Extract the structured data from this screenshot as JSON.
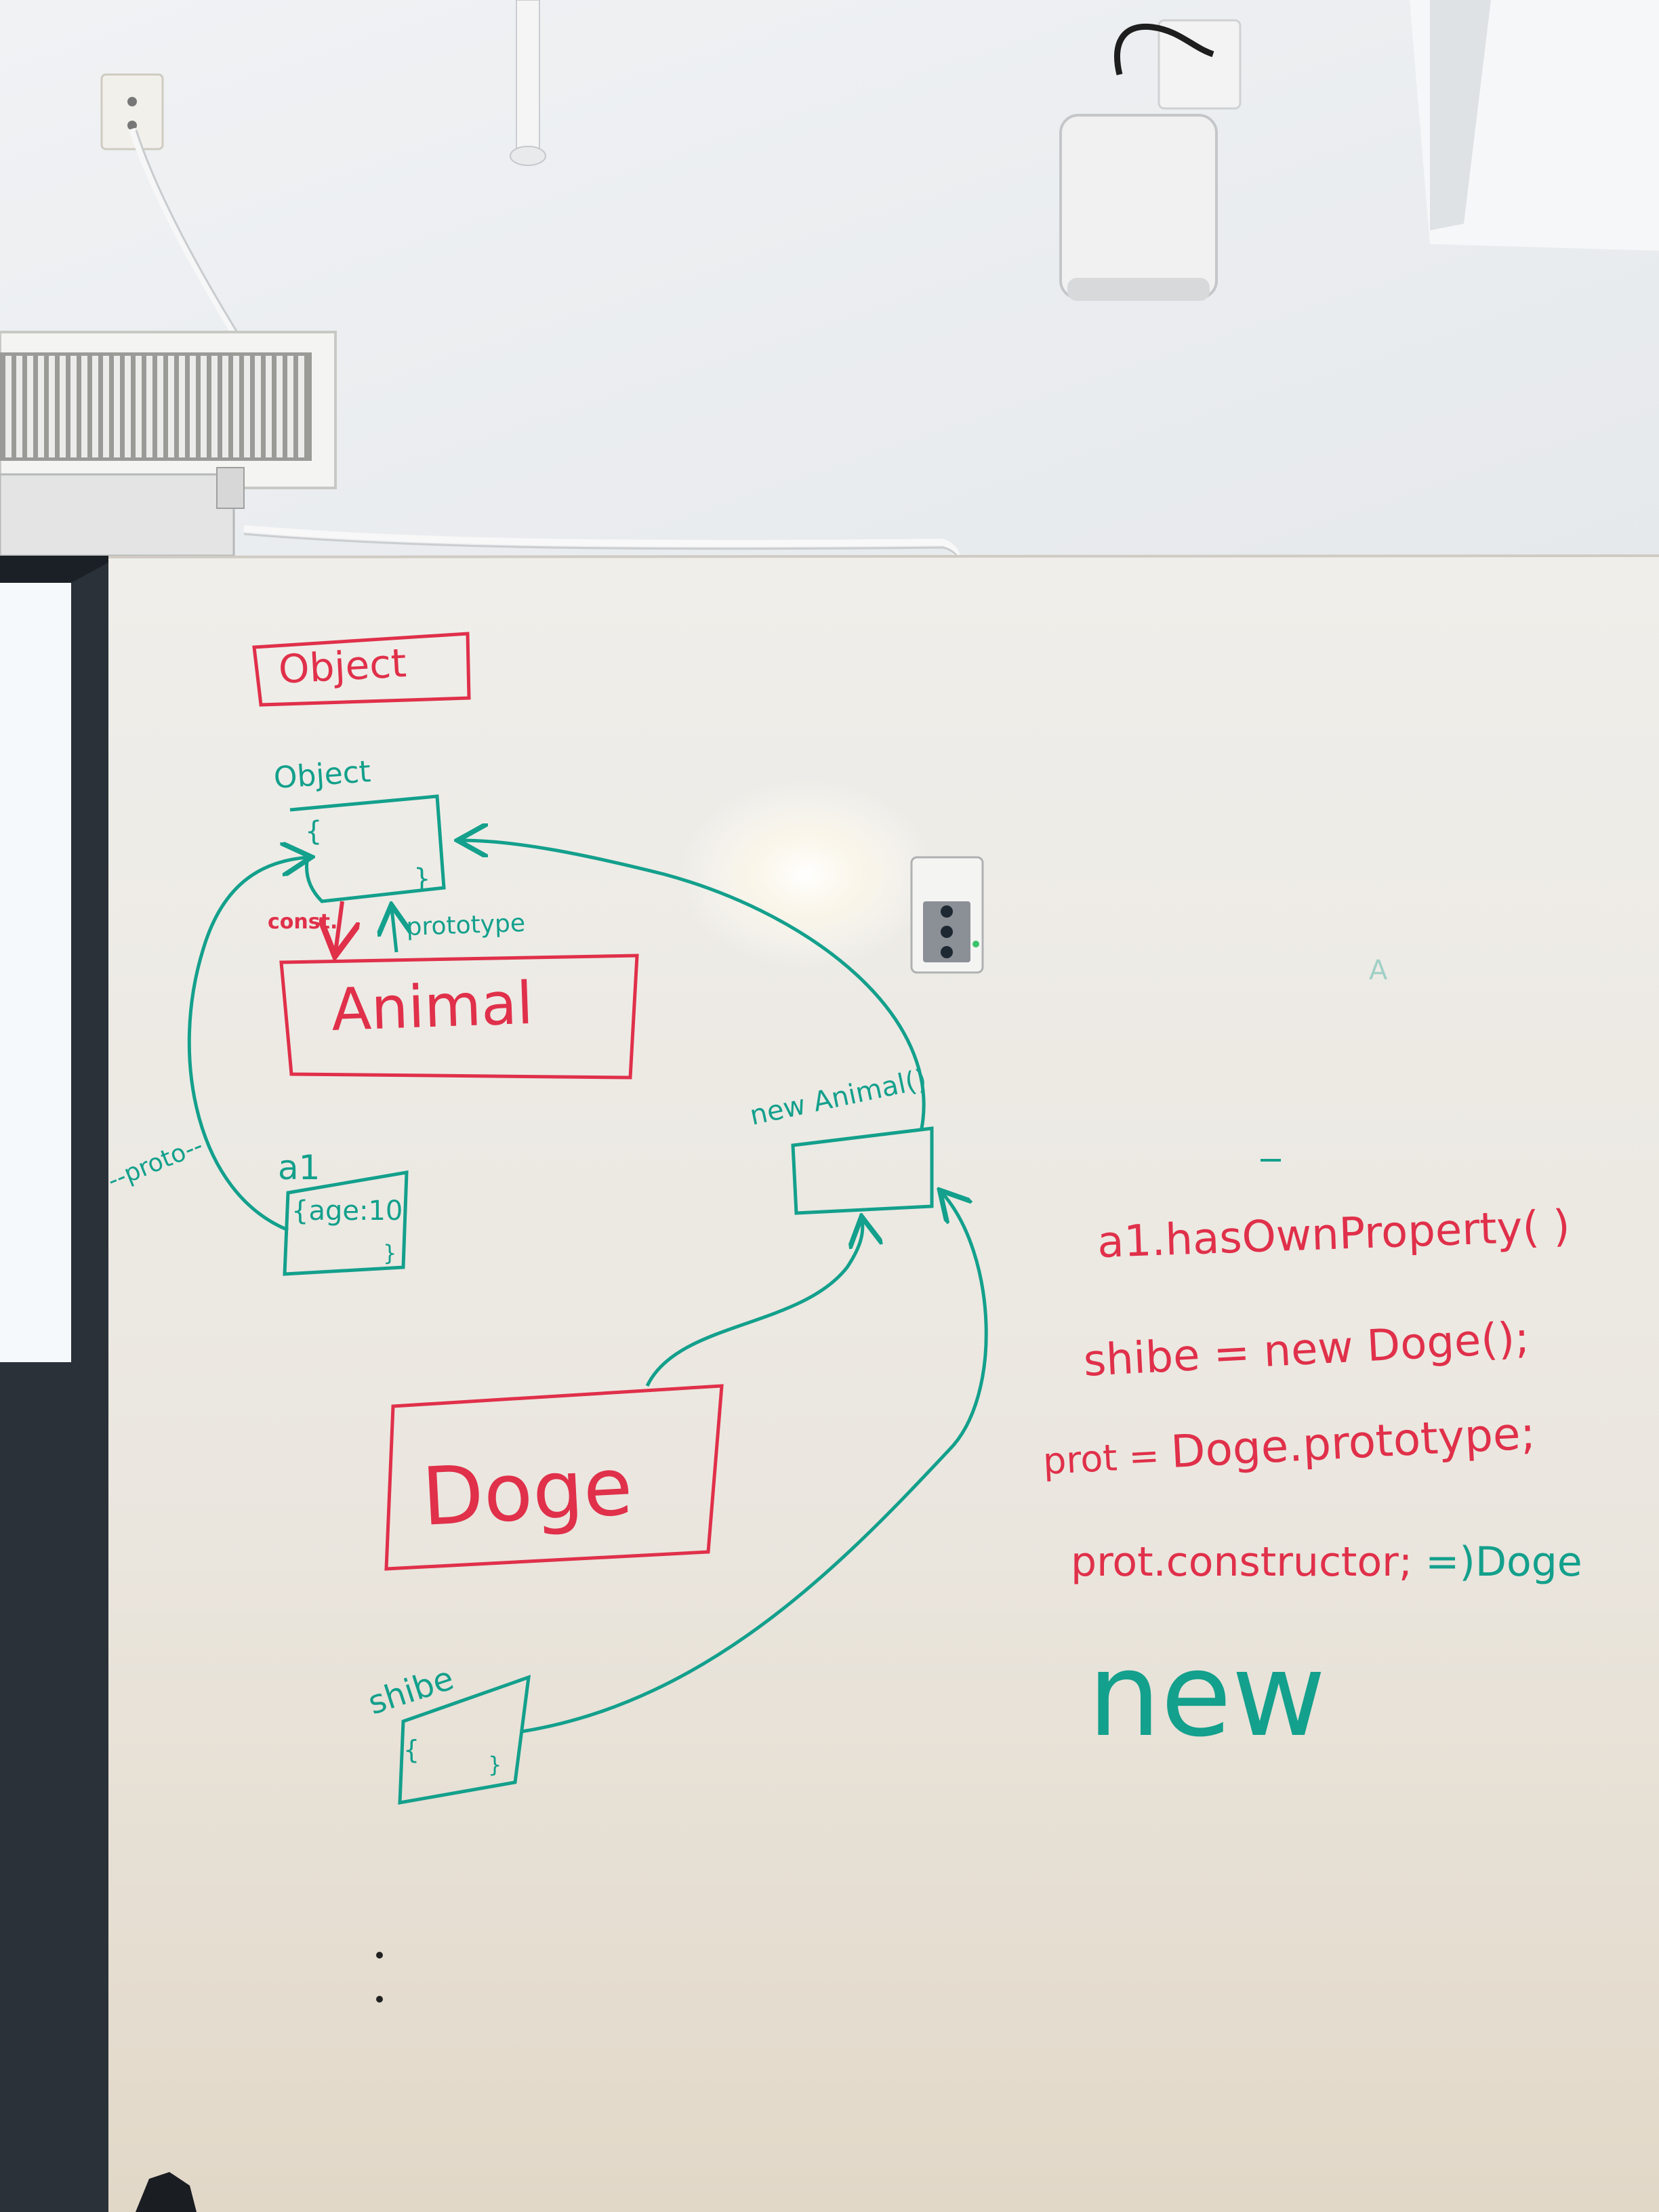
{
  "colors": {
    "ceiling": "#eceef0",
    "wall": "#e6e2dc",
    "whiteboard": "#ece9e3",
    "red_marker": "#e0304a",
    "teal_marker": "#13a08c"
  },
  "diagram": {
    "object_box_label": "Object",
    "object_literal_label": "Object",
    "object_literal_open": "{",
    "object_literal_close": "}",
    "const_label": "const.",
    "prototype_label": "prototype",
    "animal_label": "Animal",
    "proto_label": "--proto--",
    "a1_label": "a1",
    "a1_body": "{age:10",
    "a1_close": "}",
    "new_animal_label": "new Animal()",
    "doge_label": "Doge",
    "shibe_label": "shibe",
    "shibe_open": "{",
    "shibe_close": "}"
  },
  "code": {
    "line1": "a1.hasOwnProperty(   )",
    "line2": "shibe = new Doge();",
    "line3_prefix": "prot = ",
    "line3_main": "Doge.prototype;",
    "line4_prefix": "prot.constructor; ",
    "line4_arrow": "=)",
    "line4_result": "Doge",
    "keyword": "new",
    "faint_letter": "A"
  },
  "icons": [
    "air-vent-icon",
    "power-outlet-icon",
    "ceiling-access-point-icon",
    "wall-jack-icon",
    "ceiling-pipe-icon"
  ]
}
